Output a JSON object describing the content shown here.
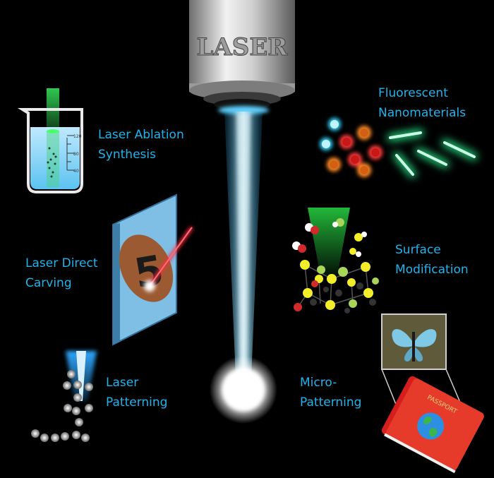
{
  "laser": {
    "title": "LASER"
  },
  "labels": {
    "ablation": [
      "Laser Ablation",
      "Synthesis"
    ],
    "fluorescent": [
      "Fluorescent",
      "Nanomaterials"
    ],
    "carving": [
      "Laser Direct",
      "Carving"
    ],
    "surface": [
      "Surface",
      "Modification"
    ],
    "patterning": [
      "Laser",
      "Patterning"
    ],
    "micro": [
      "Micro-",
      "Patterning"
    ]
  },
  "beaker": {
    "ticks": [
      "120",
      "80",
      "40"
    ]
  },
  "carving": {
    "digit": "5"
  },
  "passport": {
    "text": "PASSPORT"
  },
  "colors": {
    "label_text": "#1fb4ee",
    "beam": "#7fdcff",
    "background": "#000000"
  }
}
